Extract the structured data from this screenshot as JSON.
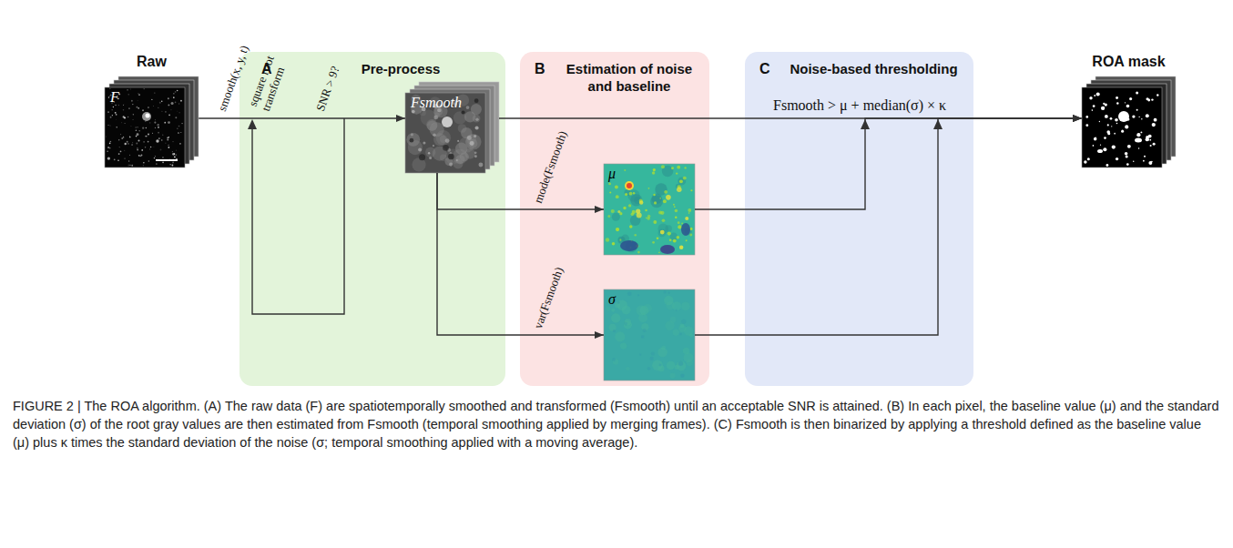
{
  "diagram": {
    "caption": "FIGURE 2 | The ROA algorithm. (A) The raw data (F) are spatiotemporally smoothed and transformed (Fsmooth) until an acceptable SNR is attained. (B) In each pixel, the baseline value (μ) and the standard deviation (σ) of the root gray values are then estimated from Fsmooth (temporal smoothing applied by merging frames). (C) Fsmooth is then binarized by applying a threshold defined as the baseline value (μ) plus κ times the standard deviation of the noise (σ; temporal smoothing applied with a moving average).",
    "nodes": [
      {
        "text": [
          "Raw",
          "F"
        ]
      },
      {
        "text": [
          "A",
          "Pre-process"
        ]
      },
      {
        "text": [
          "Fsmooth"
        ],
        "in": 1
      },
      {
        "text": [
          "B",
          "Estimation of noise and baseline"
        ]
      },
      {
        "text": [
          "μ"
        ],
        "in": 3
      },
      {
        "text": [
          "σ"
        ],
        "in": 3
      },
      {
        "text": [
          "C",
          "Noise-based thresholding"
        ]
      },
      {
        "text": [
          "ROA mask"
        ]
      }
    ],
    "edges": [
      {
        "from": 0,
        "to": 2,
        "arrow": "to"
      },
      {
        "from": 2,
        "to": 4,
        "label": "mode(Fsmooth)",
        "arrow": "to"
      },
      {
        "from": 2,
        "to": 5,
        "label": "var(Fsmooth)",
        "arrow": "to"
      },
      {
        "from": 2,
        "to": 7,
        "label": "Fsmooth > μ + median(σ) × κ",
        "arrow": "to"
      },
      {
        "from": 4,
        "to": 7,
        "arrow": "to"
      },
      {
        "from": 5,
        "to": 7,
        "arrow": "to"
      }
    ],
    "labels": [
      "smooth(x, y, t)",
      "square root transform",
      "SNR > 9?"
    ]
  }
}
